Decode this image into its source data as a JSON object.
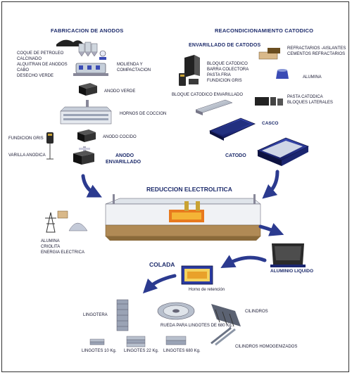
{
  "sections": {
    "anodes": "FABRICACION DE ANODOS",
    "cathode_recond": "REACONDICIONAMIENTO CATODICO",
    "cathode_rodding": "ENVARILLADO DE CATODOS",
    "reduction": "REDUCCION ELECTROLITICA",
    "casting": "COLADA"
  },
  "raw_materials": [
    "COQUE DE PETROLEO",
    "CALCINADO",
    "ALQUITRAN DE ANODOS",
    "CABO",
    "DESECHO VERDE"
  ],
  "anode_steps": {
    "milling": [
      "MOLIENDA Y",
      "COMPACTACION"
    ],
    "green": "ANODO VERDE",
    "ovens": "HORNOS DE COCCION",
    "baked": "ANODO COCIDO",
    "rodded": [
      "ANODO",
      "ENVARILLADO"
    ]
  },
  "anode_inputs": [
    "FUNDICION GRIS",
    "VARILLA ANODICA"
  ],
  "cathode_items": {
    "materials": [
      "BLOQUE CATODICO",
      "BARRA COLECTORA",
      "PASTA FRIA",
      "FUNDICION GRIS"
    ],
    "refractories": [
      "REFRACTARIOS -AISLANTES",
      "CEMENTOS  REFRACTARIOS"
    ],
    "alumina": "ALUMINA",
    "rodded_block": "BLOQUE CATODICO ENVARILLADO",
    "paste": [
      "PASTA CATODICA",
      "BLOQUES LATERALES"
    ],
    "shell": "CASCO",
    "cathode": "CATODO"
  },
  "reduction_inputs": [
    "ALUMINA",
    "CRIOLITA",
    "ENERGIA ELECTRICA"
  ],
  "liquid_aluminum": "ALUMINIO LIQUIDO",
  "holding_furnace": "Horno de retención",
  "products": {
    "ingot_mold": "LINGOTERA",
    "wheel": "RUEDA PARA LINGOTES DE 680 Kg.",
    "cylinders": "CILINDROS",
    "ingots_10": "LINGOTES 10 Kg.",
    "ingots_22": "LINGOTES 22 Kg.",
    "ingots_680": "LINGOTES 680 Kg.",
    "homogenized": "CILINDROS HOMOGENIZADOS"
  },
  "colors": {
    "arrow": "#2b3a8f",
    "title": "#1d2b6b",
    "tray": "#23308a"
  }
}
